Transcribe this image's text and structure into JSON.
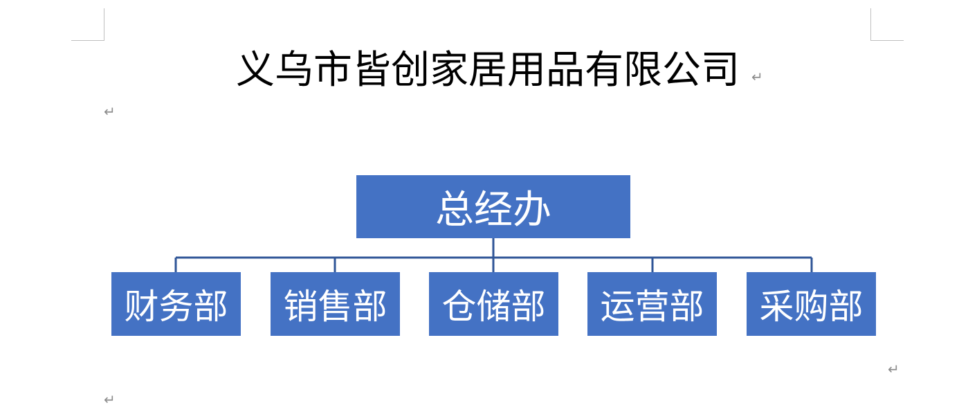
{
  "document": {
    "title": "义乌市皆创家居用品有限公司",
    "paragraph_mark": "↵"
  },
  "org_chart": {
    "root": "总经办",
    "departments": [
      "财务部",
      "销售部",
      "仓储部",
      "运营部",
      "采购部"
    ],
    "box_color": "#4472c4",
    "line_color": "#2f5597",
    "text_color": "#ffffff"
  }
}
